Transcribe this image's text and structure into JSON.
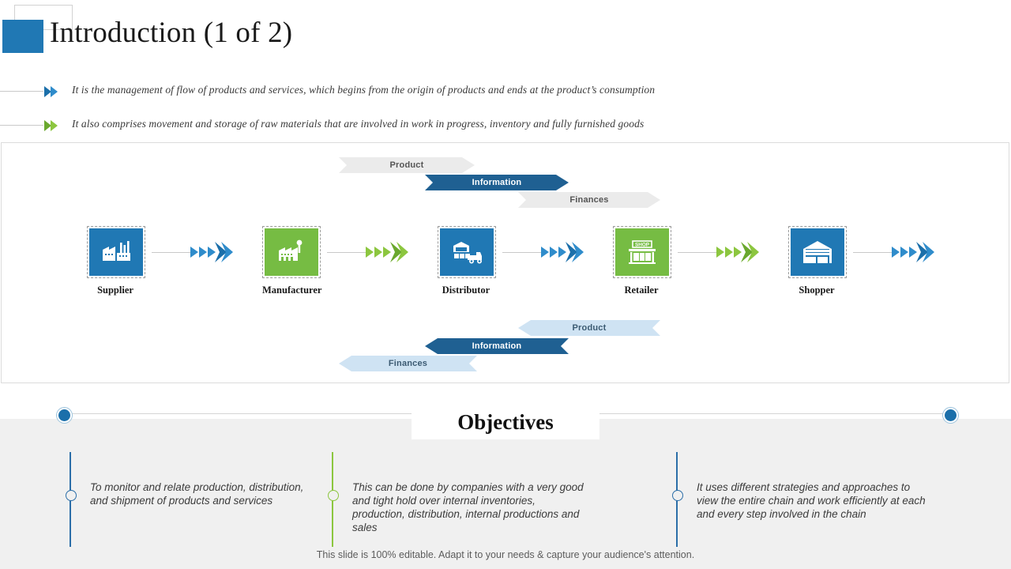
{
  "slide": {
    "title": "Introduction (1 of 2)",
    "accent_blue": "#2078b4",
    "accent_green": "#76bc43",
    "dark_blue": "#1f6092"
  },
  "bullets": [
    {
      "icon": "double-chevron-icon",
      "color": "#2078b4",
      "text": "It is the management of flow of products and services, which begins from the origin of products and ends at the product’s consumption"
    },
    {
      "icon": "double-chevron-icon",
      "color": "#76bc43",
      "text": "It also comprises movement and storage of raw materials that are involved in work in progress, inventory and fully furnished goods"
    }
  ],
  "diagram": {
    "top_flows": [
      {
        "label": "Product",
        "style": "grey",
        "direction": "forward"
      },
      {
        "label": "Information",
        "style": "blue",
        "direction": "forward"
      },
      {
        "label": "Finances",
        "style": "grey",
        "direction": "forward"
      }
    ],
    "bottom_flows": [
      {
        "label": "Product",
        "style": "lightblue",
        "direction": "backward"
      },
      {
        "label": "Information",
        "style": "blue",
        "direction": "backward"
      },
      {
        "label": "Finances",
        "style": "lightblue",
        "direction": "backward"
      }
    ],
    "nodes": [
      {
        "label": "Supplier",
        "icon": "factory-icon",
        "color": "blue"
      },
      {
        "label": "Manufacturer",
        "icon": "factory-plant-icon",
        "color": "green"
      },
      {
        "label": "Distributor",
        "icon": "warehouse-truck-icon",
        "color": "blue"
      },
      {
        "label": "Retailer",
        "icon": "shop-storefront-icon",
        "color": "green"
      },
      {
        "label": "Shopper",
        "icon": "store-building-icon",
        "color": "blue"
      }
    ],
    "connectors": [
      {
        "color": "blue"
      },
      {
        "color": "green"
      },
      {
        "color": "blue"
      },
      {
        "color": "green"
      },
      {
        "color": "blue"
      }
    ]
  },
  "objectives": {
    "title": "Objectives",
    "items": [
      {
        "color": "#2b6ea8",
        "text": "To monitor and relate production, distribution, and shipment of products and services"
      },
      {
        "color": "#8cc63f",
        "text": "This can be done by companies with a very good and tight hold over internal inventories, production, distribution, internal productions and sales"
      },
      {
        "color": "#2b6ea8",
        "text": "It uses different strategies and approaches to view the entire chain and work efficiently at each and every step involved in the chain"
      }
    ]
  },
  "footer": {
    "note": "This slide is 100% editable. Adapt it to your needs & capture your audience's attention."
  }
}
